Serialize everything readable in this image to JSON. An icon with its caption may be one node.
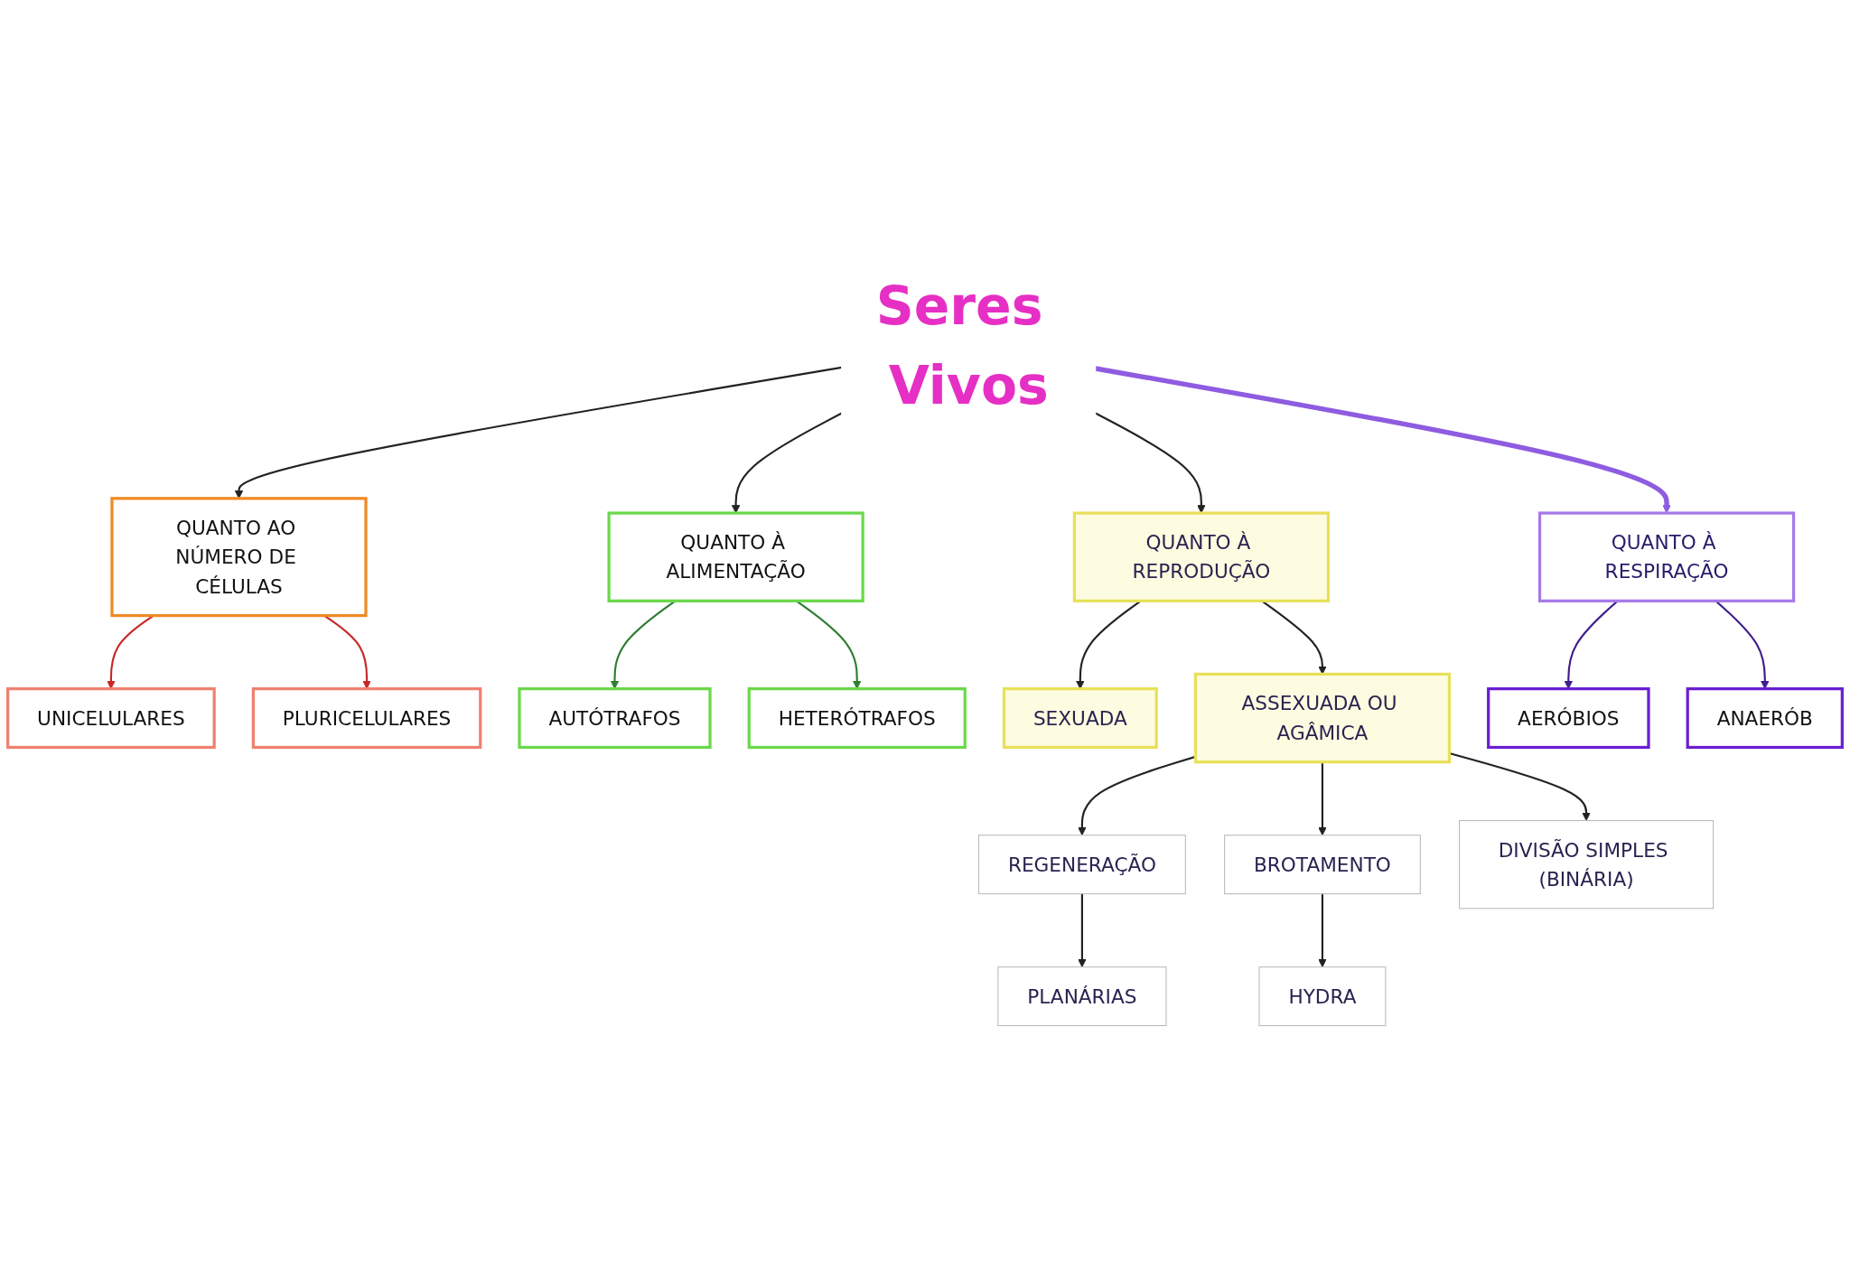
{
  "diagram": {
    "nodes": [
      {
        "text": [
          "Seres Vivos"
        ]
      },
      {
        "text": [
          "QUANTO AO NÚMERO DE CÉLULAS"
        ]
      },
      {
        "text": [
          "UNICELULARES"
        ]
      },
      {
        "text": [
          "PLURICELULARES"
        ]
      },
      {
        "text": [
          "QUANTO À REPRODUÇÃO"
        ]
      },
      {
        "text": [
          "QUANTO À ALIMENTAÇÃO"
        ]
      },
      {
        "text": [
          "AUTÓTRAFOS"
        ]
      },
      {
        "text": [
          "HETERÓTRAFOS"
        ]
      },
      {
        "text": [
          "QUANTO À RESPIRAÇÃO"
        ]
      },
      {
        "text": [
          "SEXUADA"
        ]
      },
      {
        "text": [
          "ASSEXUADA OU AGÂMICA"
        ]
      },
      {
        "text": [
          "REGENERAÇÃO"
        ]
      },
      {
        "text": [
          "PLANÁRIAS"
        ]
      },
      {
        "text": [
          "BROTAMENTO"
        ]
      },
      {
        "text": [
          "HYDRA"
        ]
      },
      {
        "text": [
          "DIVISÃO SIMPLES (BINÁRIA)"
        ]
      },
      {
        "text": [
          "AERÓBIOS"
        ]
      },
      {
        "text": [
          "ANAERÓB"
        ]
      }
    ],
    "edges": [
      {
        "from": 0,
        "to": 1,
        "arrow": "to"
      },
      {
        "from": 0,
        "to": 4,
        "arrow": "to"
      },
      {
        "from": 0,
        "to": 5,
        "arrow": "to"
      },
      {
        "from": 0,
        "to": 8,
        "arrow": "to",
        "style": "thick",
        "color": "#8e5ce0"
      },
      {
        "from": 1,
        "to": 2,
        "arrow": "to",
        "color": "#c62828"
      },
      {
        "from": 1,
        "to": 3,
        "arrow": "to",
        "color": "#c62828"
      },
      {
        "from": 5,
        "to": 6,
        "arrow": "to",
        "color": "#2e7d32"
      },
      {
        "from": 5,
        "to": 7,
        "arrow": "to",
        "color": "#2e7d32"
      },
      {
        "from": 4,
        "to": 10,
        "arrow": "to"
      },
      {
        "from": 4,
        "to": 9,
        "arrow": "to"
      },
      {
        "from": 10,
        "to": 11,
        "arrow": "to"
      },
      {
        "from": 10,
        "to": 13,
        "arrow": "to"
      },
      {
        "from": 10,
        "to": 15,
        "arrow": "to"
      },
      {
        "from": 11,
        "to": 12,
        "arrow": "to"
      },
      {
        "from": 13,
        "to": 14,
        "arrow": "to"
      },
      {
        "from": 8,
        "to": 16,
        "arrow": "to",
        "color": "#3f1d8c"
      },
      {
        "from": 8,
        "to": 17,
        "arrow": "to",
        "color": "#3f1d8c"
      }
    ]
  }
}
